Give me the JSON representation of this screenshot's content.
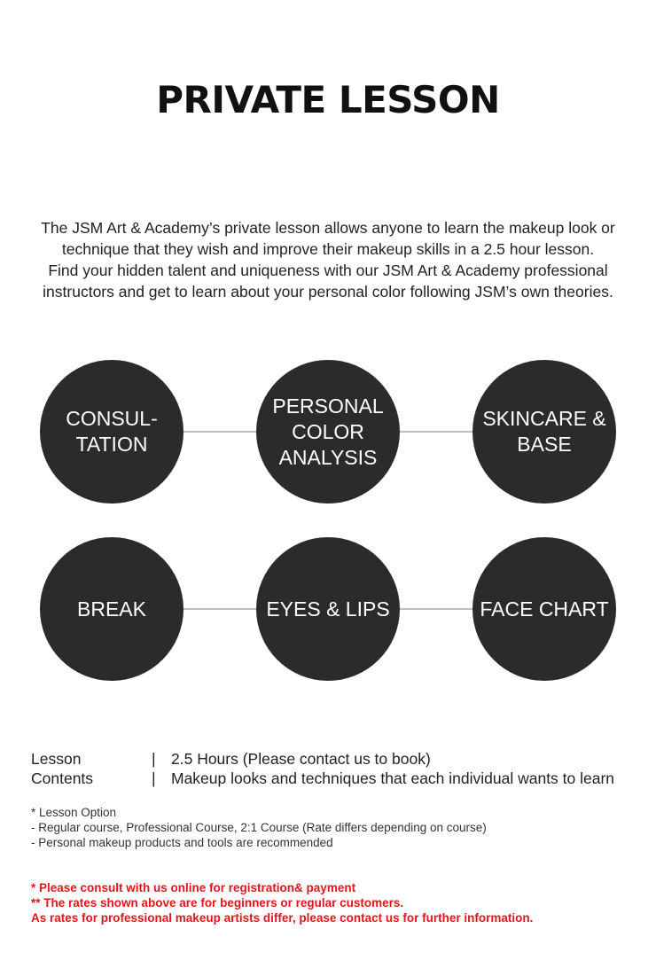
{
  "title": "PRIVATE LESSON",
  "intro": [
    "The JSM Art & Academy’s private lesson allows anyone to learn the makeup look or",
    "technique that they wish and improve their makeup skills in a 2.5 hour lesson.",
    "Find your hidden talent and uniqueness with our JSM Art & Academy professional",
    "instructors and get to learn about your personal color following JSM’s own theories."
  ],
  "steps": [
    {
      "lines": [
        "CONSUL-",
        "TATION"
      ]
    },
    {
      "lines": [
        "PERSONAL",
        "COLOR",
        "ANALYSIS"
      ]
    },
    {
      "lines": [
        "SKINCARE &",
        "BASE"
      ]
    },
    {
      "lines": [
        "BREAK"
      ]
    },
    {
      "lines": [
        "EYES & LIPS"
      ]
    },
    {
      "lines": [
        "FACE CHART"
      ]
    }
  ],
  "info": [
    {
      "label": "Lesson",
      "sep": "|",
      "value": "2.5 Hours (Please contact us to book)"
    },
    {
      "label": "Contents",
      "sep": "|",
      "value": "Makeup looks and techniques that each individual wants to learn"
    }
  ],
  "options": [
    "* Lesson Option",
    "- Regular course, Professional Course, 2:1 Course (Rate differs depending on course)",
    "- Personal makeup products and tools are recommended"
  ],
  "notes": [
    "* Please consult with us online for registration& payment",
    "** The rates shown above are for beginners or regular customers.",
    "As rates for professional makeup artists differ, please contact us for further information."
  ],
  "colors": {
    "circle": "#2b2b2b",
    "connector": "#bdbdbd",
    "note_red": "#e8141b"
  }
}
